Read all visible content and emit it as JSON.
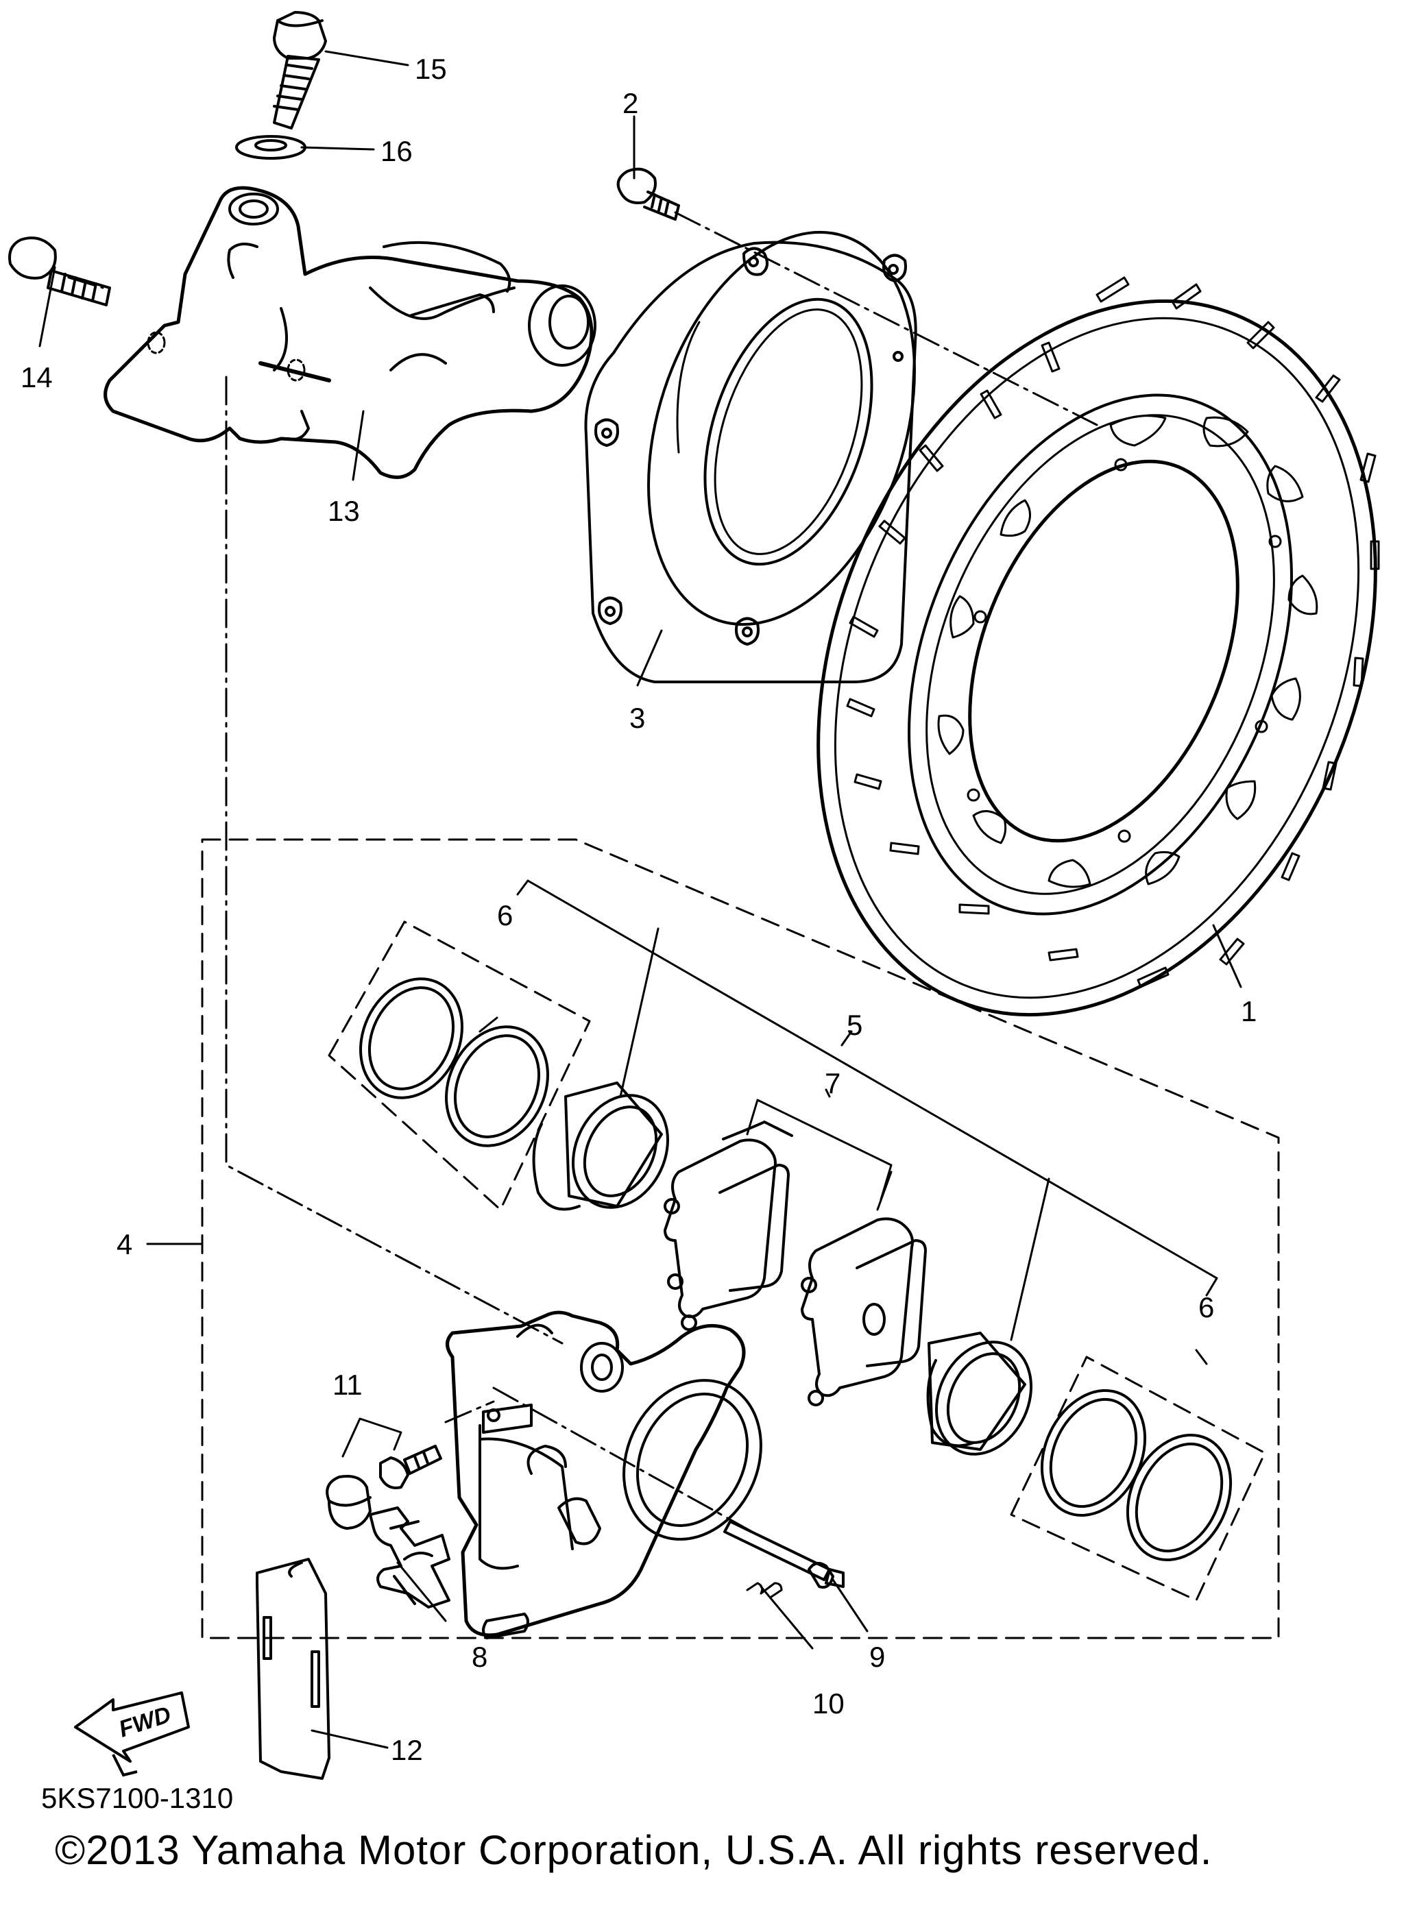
{
  "callouts": {
    "c1": "1",
    "c2": "2",
    "c3": "3",
    "c4": "4",
    "c5": "5",
    "c6a": "6",
    "c6b": "6",
    "c7": "7",
    "c8": "8",
    "c9": "9",
    "c10": "10",
    "c11": "11",
    "c12": "12",
    "c13": "13",
    "c14": "14",
    "c15": "15",
    "c16": "16"
  },
  "fwd_label": "FWD",
  "drawing_code": "5KS7100-1310",
  "copyright": "©2013 Yamaha Motor Corporation, U.S.A. All rights reserved."
}
